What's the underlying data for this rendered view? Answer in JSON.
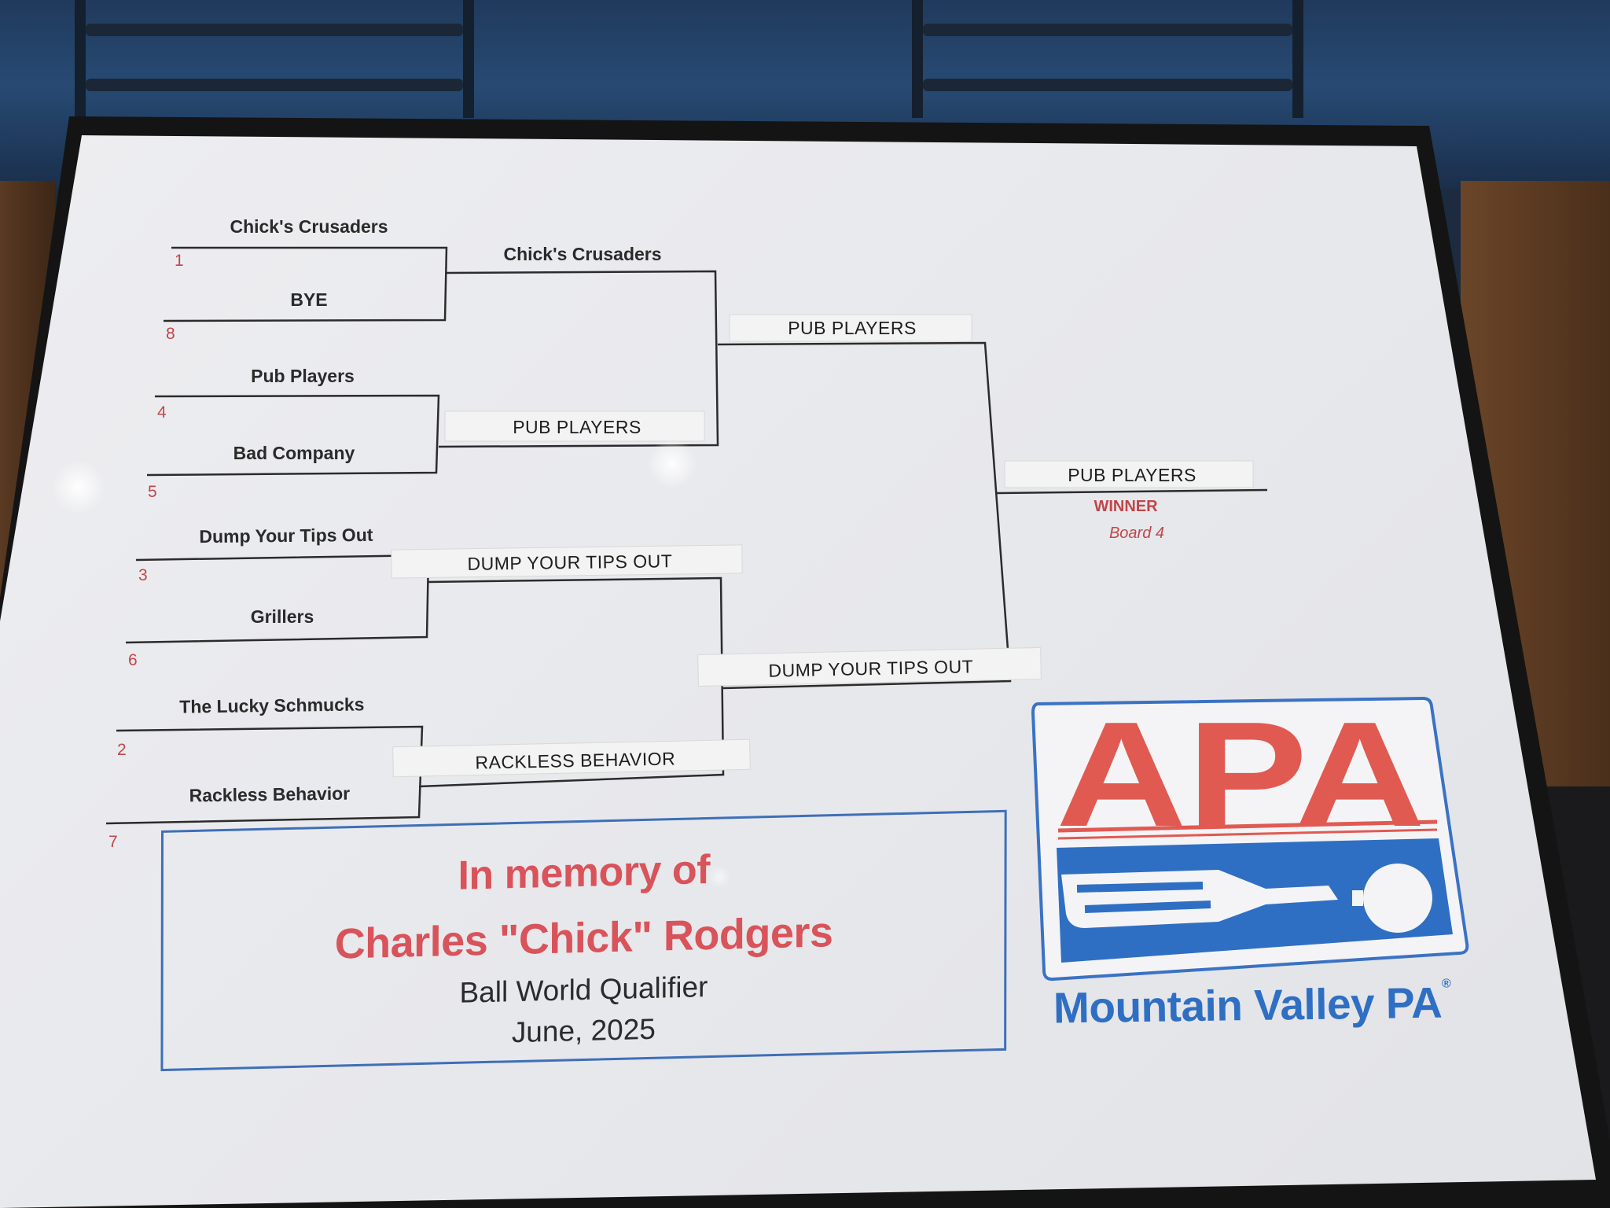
{
  "bracket": {
    "round1": [
      {
        "name": "Chick's Crusaders",
        "seed": "1"
      },
      {
        "name": "BYE",
        "seed": "8"
      },
      {
        "name": "Pub Players",
        "seed": "4"
      },
      {
        "name": "Bad Company",
        "seed": "5"
      },
      {
        "name": "Dump Your Tips Out",
        "seed": "3"
      },
      {
        "name": "Grillers",
        "seed": "6"
      },
      {
        "name": "The Lucky Schmucks",
        "seed": "2"
      },
      {
        "name": "Rackless Behavior",
        "seed": "7"
      }
    ],
    "round2": [
      "Chick's Crusaders",
      "PUB PLAYERS",
      "DUMP YOUR TIPS OUT",
      "RACKLESS BEHAVIOR"
    ],
    "round3": [
      "PUB PLAYERS",
      "DUMP YOUR TIPS OUT"
    ],
    "champion": {
      "name": "PUB PLAYERS",
      "label": "WINNER",
      "board": "Board 4"
    }
  },
  "memorial": {
    "line1": "In memory of",
    "line2": "Charles \"Chick\" Rodgers",
    "line3": "Ball World Qualifier",
    "line4": "June, 2025"
  },
  "logo": {
    "letters": "APA",
    "caption": "Mountain Valley PA",
    "reg_mark": "®"
  },
  "colors": {
    "accent_red": "#d9535a",
    "logo_blue": "#2f6fc3",
    "paper": "#eeeef1"
  }
}
